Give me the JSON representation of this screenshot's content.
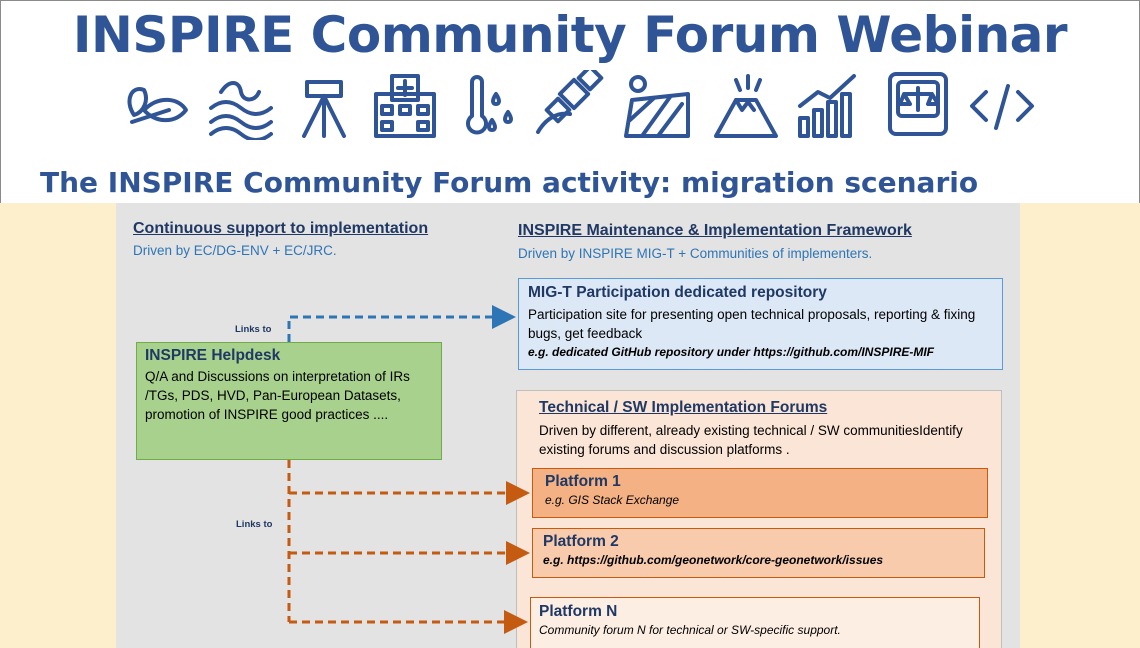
{
  "title": "INSPIRE Community Forum Webinar",
  "theme_icons": [
    "leaf-icon",
    "water-waves-icon",
    "survey-tripod-icon",
    "hospital-building-icon",
    "thermometer-rain-icon",
    "satellite-icon",
    "farmland-icon",
    "volcano-icon",
    "bar-chart-icon",
    "legal-book-icon",
    "code-icon"
  ],
  "subtitle": "The INSPIRE Community Forum activity: migration scenario",
  "left_column": {
    "heading": "Continuous support to implementation",
    "sub": "Driven by EC/DG-ENV + EC/JRC."
  },
  "right_column": {
    "heading": "INSPIRE Maintenance & Implementation Framework",
    "sub": "Driven by INSPIRE MIG-T + Communities of implementers."
  },
  "helpdesk": {
    "title": "INSPIRE Helpdesk",
    "text": "Q/A and Discussions on interpretation of IRs /TGs, PDS, HVD, Pan-European Datasets, promotion of INSPIRE good practices ...."
  },
  "links_to_top": "Links to",
  "links_to_mid": "Links to",
  "migt_repo": {
    "title": "MIG-T Participation dedicated repository",
    "text": "Participation site for presenting open technical proposals, reporting & fixing bugs, get feedback",
    "example": "e.g. dedicated GitHub repository under https://github.com/INSPIRE-MIF"
  },
  "forums": {
    "title": "Technical / SW Implementation Forums",
    "text": "Driven by different, already existing technical / SW communitiesIdentify existing forums and discussion platforms ."
  },
  "platforms": [
    {
      "title": "Platform 1",
      "example": "e.g. GIS Stack Exchange"
    },
    {
      "title": "Platform 2",
      "example": "e.g. https://github.com/geonetwork/core-geonetwork/issues"
    },
    {
      "title": "Platform N",
      "example": "Community forum N for technical or SW-specific support."
    }
  ],
  "colors": {
    "title_blue": "#2f5597",
    "dark_blue": "#1f3864",
    "link_blue": "#2e75b6",
    "helpdesk_green": "#a9d18e",
    "arrow_orange": "#c55a11",
    "arrow_blue": "#2e75b6"
  }
}
